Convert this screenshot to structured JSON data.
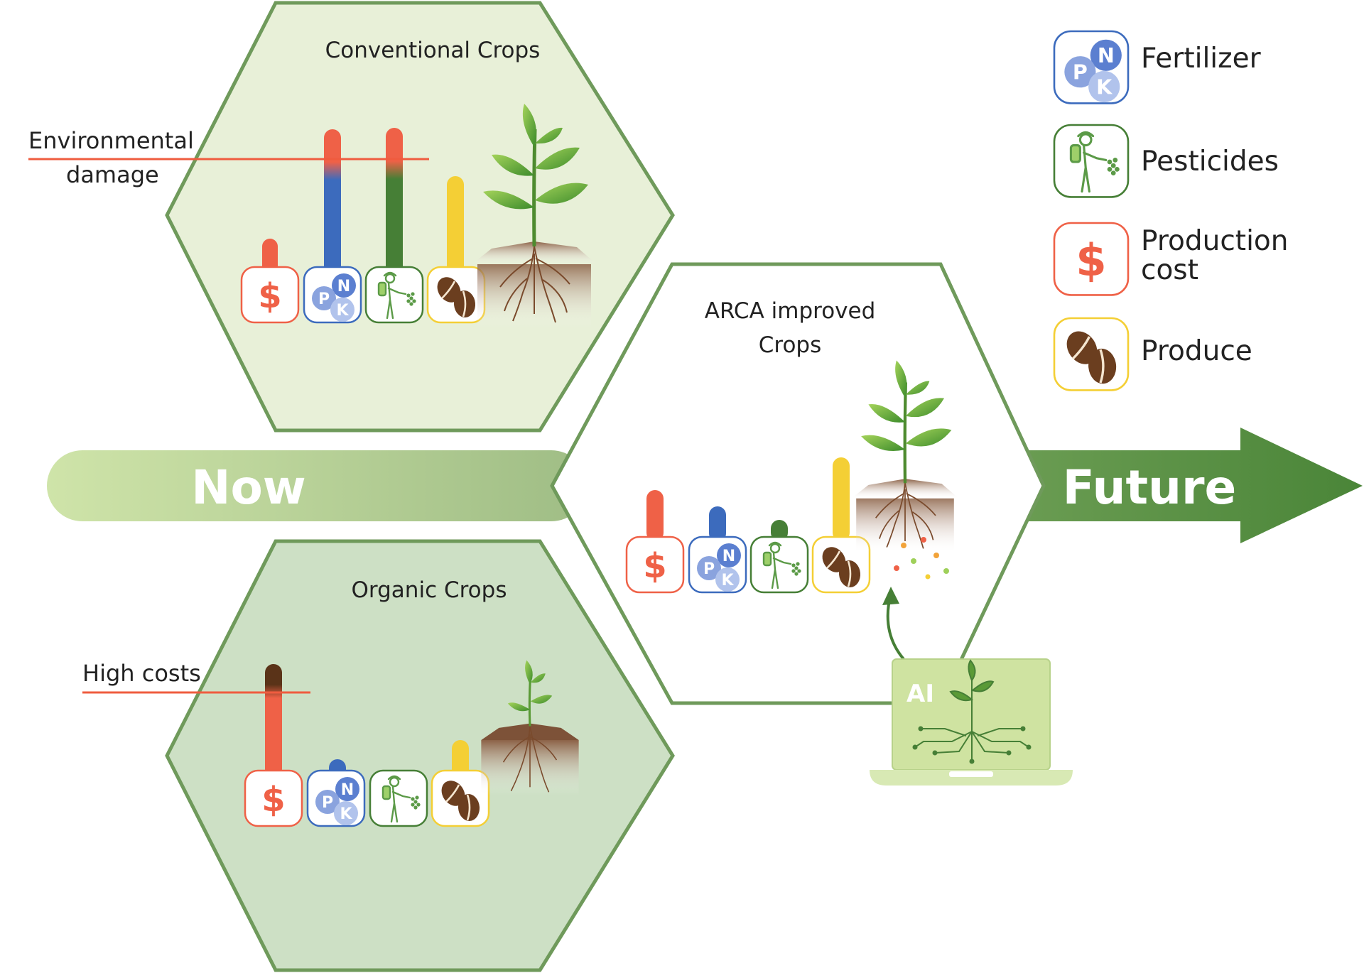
{
  "flow": {
    "start_label": "Now",
    "end_label": "Future"
  },
  "panels": {
    "conventional": {
      "title": "Conventional Crops",
      "threshold_label_line1": "Environmental",
      "threshold_label_line2": "damage"
    },
    "organic": {
      "title": "Organic Crops",
      "threshold_label": "High costs"
    },
    "arca": {
      "title_line1": "ARCA improved",
      "title_line2": "Crops"
    }
  },
  "nutrient_letters": {
    "n": "N",
    "p": "P",
    "k": "K"
  },
  "currency_symbol": "$",
  "ai_laptop": {
    "label": "AI"
  },
  "legend": {
    "fertilizer": "Fertilizer",
    "pesticides": "Pesticides",
    "production_cost_line1": "Production",
    "production_cost_line2": "cost",
    "produce": "Produce"
  },
  "icon_names": [
    "fertilizer-icon",
    "pesticide-sprayer-icon",
    "dollar-icon",
    "coffee-bean-icon",
    "plant-icon",
    "laptop-icon"
  ],
  "colors": {
    "cost": "#ef6147",
    "fertilizer": "#3c6bbd",
    "pesticides": "#467f36",
    "produce": "#f4cf35",
    "threshold_line": "#ef5c3f",
    "hex_border": "#6f9a5b",
    "conventional_fill": "#e8f0d8",
    "organic_fill": "#cde0c5"
  }
}
